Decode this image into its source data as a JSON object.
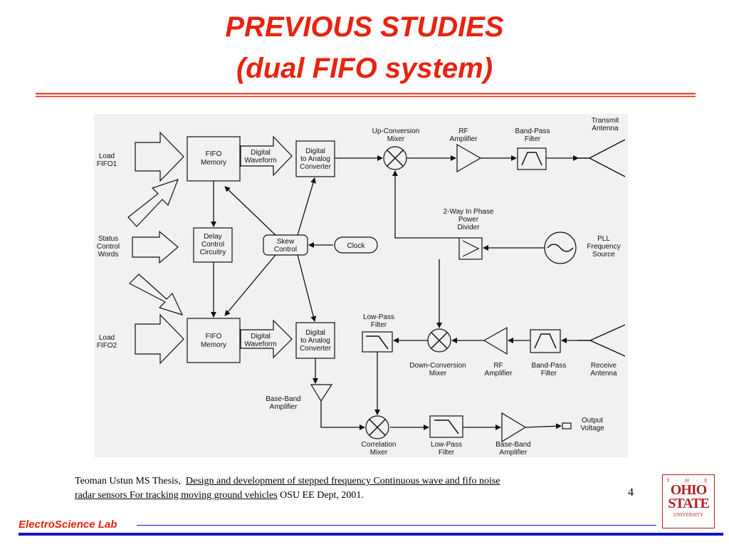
{
  "slide": {
    "title_line1": "PREVIOUS STUDIES",
    "title_line2": "(dual FIFO system)",
    "page_number": "4",
    "footer_lab": "ElectroScience Lab",
    "accent_color": "#e8230f",
    "footer_line_color": "#1414c8"
  },
  "reference": {
    "author": "Teoman Ustun MS Thesis,",
    "title_line1": "Design and development of stepped frequency Continuous wave and fifo noise",
    "title_line2": "radar sensors For tracking moving ground vehicles",
    "source": "OSU EE Dept, 2001."
  },
  "logo": {
    "line1": "T · H · E",
    "line2": "OHIO",
    "line3": "STATE",
    "line4": "UNIVERSITY"
  },
  "diagram": {
    "load1": [
      "Load",
      "FIFO1"
    ],
    "status": [
      "Status",
      "Control",
      "Words"
    ],
    "load2": [
      "Load",
      "FIFO2"
    ],
    "fifo1": [
      "FIFO",
      "Memory"
    ],
    "fifo2": [
      "FIFO",
      "Memory"
    ],
    "delay": [
      "Delay",
      "Control",
      "Circuitry"
    ],
    "dw1": [
      "Digital",
      "Waveform"
    ],
    "dw2": [
      "Digital",
      "Waveform"
    ],
    "dac1": [
      "Digital",
      "to Analog",
      "Converter"
    ],
    "dac2": [
      "Digital",
      "to Analog",
      "Converter"
    ],
    "skew": [
      "Skew",
      "Control"
    ],
    "clock": "Clock",
    "upmix": [
      "Up-Conversion",
      "Mixer"
    ],
    "rfamp_tx": [
      "RF",
      "Amplifier"
    ],
    "bpf_tx": [
      "Band-Pass",
      "Filter"
    ],
    "tx_ant": [
      "Transmit",
      "Antenna"
    ],
    "divider": [
      "2-Way In Phase",
      "Power",
      "Divider"
    ],
    "pll": [
      "PLL",
      "Frequency",
      "Source"
    ],
    "lpf1": [
      "Low-Pass",
      "Filter"
    ],
    "downmix": [
      "Down-Conversion",
      "Mixer"
    ],
    "rfamp_rx": [
      "RF",
      "Amplifier"
    ],
    "bpf_rx": [
      "Band-Pass",
      "Filter"
    ],
    "rx_ant": [
      "Receive",
      "Antenna"
    ],
    "bbamp1": [
      "Base-Band",
      "Amplifier"
    ],
    "corrmix": [
      "Correlation",
      "Mixer"
    ],
    "lpf2": [
      "Low-Pass",
      "Filter"
    ],
    "bbamp2": [
      "Base-Band",
      "Amplifier"
    ],
    "output": [
      "Output",
      "Voltage"
    ]
  }
}
